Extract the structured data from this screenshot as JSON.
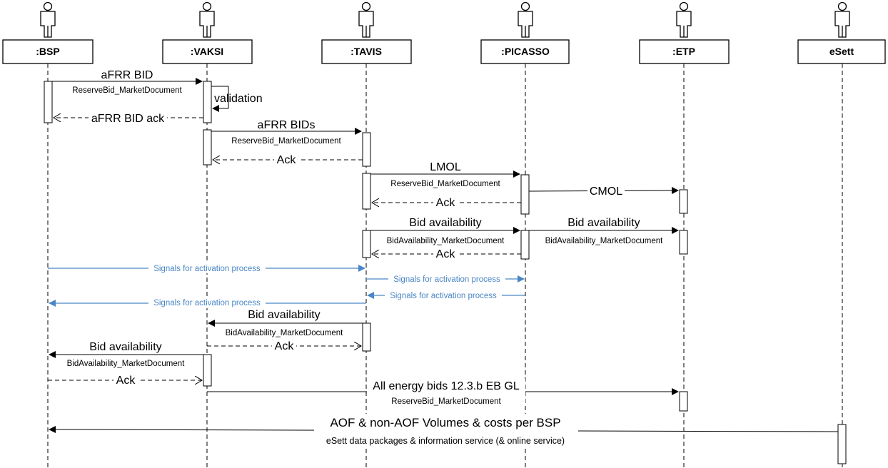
{
  "actors": [
    {
      "id": "bsp",
      "label": ":BSP"
    },
    {
      "id": "vaksi",
      "label": ":VAKSI"
    },
    {
      "id": "tavis",
      "label": ":TAVIS"
    },
    {
      "id": "picasso",
      "label": ":PICASSO"
    },
    {
      "id": "etp",
      "label": ":ETP"
    },
    {
      "id": "esett",
      "label": "eSett"
    }
  ],
  "messages": {
    "afrr_bid": {
      "title": "aFRR BID",
      "doc": "ReserveBid_MarketDocument"
    },
    "validation": {
      "title": "validation"
    },
    "afrr_bid_ack": {
      "title": "aFRR BID ack"
    },
    "afrr_bids": {
      "title": "aFRR BIDs",
      "doc": "ReserveBid_MarketDocument"
    },
    "ack_tavis_vaksi": {
      "title": "Ack"
    },
    "lmol": {
      "title": "LMOL",
      "doc": "ReserveBid_MarketDocument"
    },
    "cmol": {
      "title": "CMOL"
    },
    "ack_picasso_tavis_1": {
      "title": "Ack"
    },
    "bid_avail_tavis_picasso": {
      "title": "Bid availability",
      "doc": "BidAvailability_MarketDocument"
    },
    "bid_avail_picasso_etp": {
      "title": "Bid availability",
      "doc": "BidAvailability_MarketDocument"
    },
    "ack_picasso_tavis_2": {
      "title": "Ack"
    },
    "signals_bsp_tavis": {
      "title": "Signals for activation process"
    },
    "signals_tavis_picasso": {
      "title": "Signals for activation process"
    },
    "signals_picasso_tavis": {
      "title": "Signals for activation process"
    },
    "signals_tavis_bsp": {
      "title": "Signals for activation process"
    },
    "bid_avail_tavis_vaksi": {
      "title": "Bid availability",
      "doc": "BidAvailability_MarketDocument"
    },
    "ack_vaksi_tavis": {
      "title": "Ack"
    },
    "bid_avail_vaksi_bsp": {
      "title": "Bid availability",
      "doc": "BidAvailability_MarketDocument"
    },
    "ack_bsp_vaksi": {
      "title": "Ack"
    },
    "all_energy_bids": {
      "title": "All energy bids 12.3.b EB GL",
      "doc": "ReserveBid_MarketDocument"
    },
    "aof_volumes": {
      "title": "AOF & non-AOF Volumes & costs per BSP",
      "doc": "eSett data packages & information service (& online service)"
    }
  },
  "colors": {
    "line": "#000000",
    "signal": "#4a86c5",
    "background": "#ffffff"
  }
}
